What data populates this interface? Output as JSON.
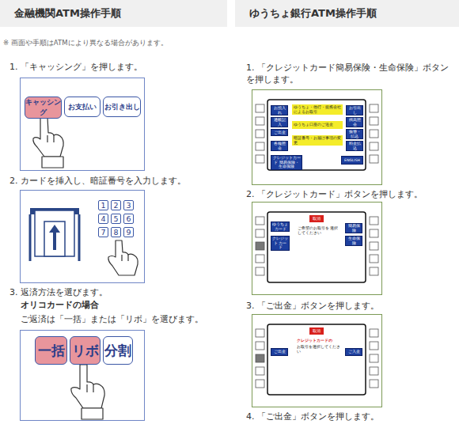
{
  "diagram": {
    "nodes": [
      {
        "text": [
          "金融機関ATM操作手順"
        ]
      },
      {
        "text": [
          "ゆうちょ銀行ATM操作手順"
        ]
      },
      {
        "text": [
          "キャッシング"
        ]
      },
      {
        "text": [
          "お支払い"
        ]
      },
      {
        "text": [
          "お引き出し"
        ]
      },
      {
        "text": [
          "1"
        ]
      },
      {
        "text": [
          "2"
        ]
      },
      {
        "text": [
          "3"
        ]
      },
      {
        "text": [
          "4"
        ]
      },
      {
        "text": [
          "5"
        ]
      },
      {
        "text": [
          "6"
        ]
      },
      {
        "text": [
          "7"
        ]
      },
      {
        "text": [
          "8"
        ]
      },
      {
        "text": [
          "9"
        ]
      },
      {
        "text": [
          "一括"
        ]
      },
      {
        "text": [
          "リボ"
        ]
      },
      {
        "text": [
          "分割"
        ]
      },
      {
        "text": [
          "お預入れ"
        ]
      },
      {
        "text": [
          "通帳記入"
        ]
      },
      {
        "text": [
          "ご出金"
        ]
      },
      {
        "text": [
          "各種照会"
        ]
      },
      {
        "text": [
          "ゆうちょ・他行・提携会社によるお取引"
        ]
      },
      {
        "text": [
          "ゆうちょ口座のご送金"
        ]
      },
      {
        "text": [
          "暗証番号・お届け事項の変更"
        ]
      },
      {
        "text": [
          "お引出し"
        ]
      },
      {
        "text": [
          "残高照会"
        ]
      },
      {
        "text": [
          "振替・払込"
        ]
      },
      {
        "text": [
          "料金払込"
        ]
      },
      {
        "text": [
          "クレジットカード 簡易保険・生命保険"
        ]
      },
      {
        "text": [
          "ENGLISH"
        ]
      },
      {
        "text": [
          "ゆうちょ カード"
        ]
      },
      {
        "text": [
          "クレジット カード"
        ]
      },
      {
        "text": [
          "取消"
        ]
      },
      {
        "text": [
          "簡易保険"
        ]
      },
      {
        "text": [
          "生命保険"
        ]
      },
      {
        "text": [
          "取消"
        ]
      },
      {
        "text": [
          "ご出金"
        ]
      },
      {
        "text": [
          "ご入金"
        ]
      }
    ],
    "labels": [
      "※ 画面や手順はATMにより異なる場合があります。",
      "1. 「キャッシング」を押します。",
      "2. カードを挿入し、暗証番号を入力します。",
      "3. 返済方法を選びます。",
      "オリコカードの場合",
      "ご返済は「一括」または「リボ」を選びます。",
      "1. 「クレジットカード簡易保険・生命保険」ボタンを押します。",
      "2. 「クレジットカード」ボタンを押します。",
      "3. 「ご出金」ボタンを押します。",
      "4. 「ご出金」ボタンを押します。",
      "ご希望のお取引を 選択してください",
      "クレジットカードの",
      "お取引を選択してください"
    ]
  }
}
